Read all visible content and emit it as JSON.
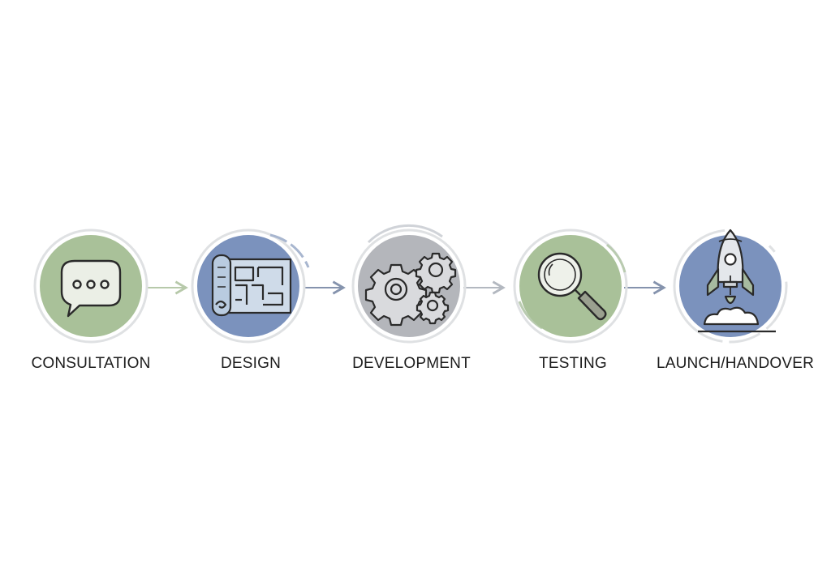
{
  "process": {
    "steps": [
      {
        "label": "CONSULTATION",
        "icon": "speech-bubble-icon",
        "fill": "#a9c199"
      },
      {
        "label": "DESIGN",
        "icon": "blueprint-icon",
        "fill": "#7b92bd"
      },
      {
        "label": "DEVELOPMENT",
        "icon": "gears-icon",
        "fill": "#b4b6bb"
      },
      {
        "label": "TESTING",
        "icon": "magnifier-icon",
        "fill": "#a9c199"
      },
      {
        "label": "LAUNCH/HANDOVER",
        "icon": "rocket-icon",
        "fill": "#7b92bd"
      }
    ],
    "colors": {
      "ring": "#dfe1e3",
      "outline": "#2a2a2a",
      "arrow_green": "#b7c9aa",
      "arrow_blue": "#8593ad",
      "arrow_grey": "#b3b8c0",
      "accent_green": "#b9cbb0",
      "accent_blue": "#a8b6cf"
    }
  }
}
